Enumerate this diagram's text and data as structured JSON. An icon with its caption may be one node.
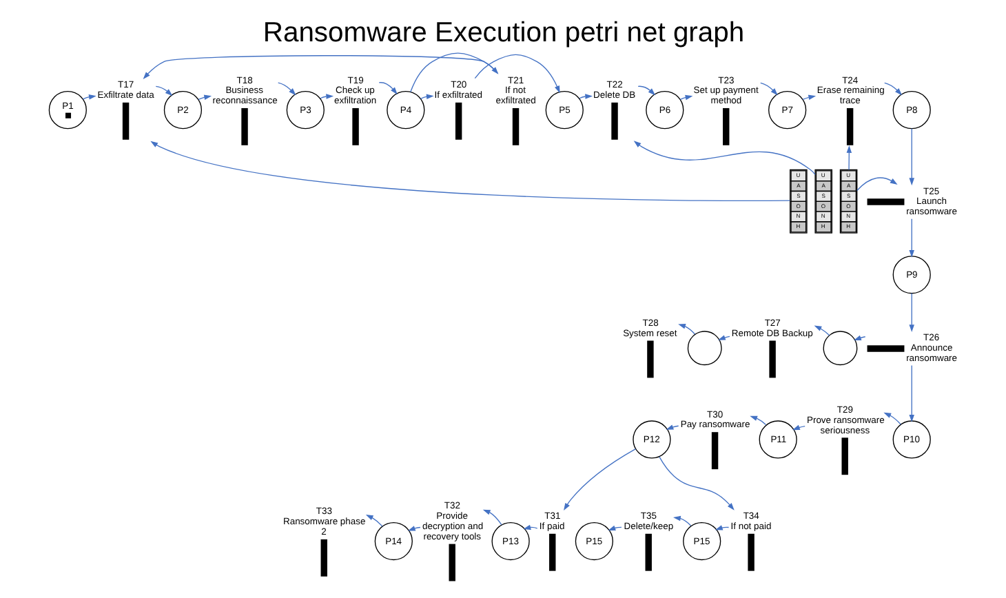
{
  "diagram": {
    "title": "Ransomware Execution petri net graph",
    "nodes": [
      {
        "text": [
          "P1"
        ]
      },
      {
        "text": [
          "U",
          "A",
          "S",
          "O",
          "N",
          "H"
        ]
      },
      {
        "text": [
          "T17",
          "Exfiltrate data"
        ]
      },
      {
        "text": [
          "P2"
        ]
      },
      {
        "text": [
          "T18",
          "Business reconnaissance"
        ]
      },
      {
        "text": [
          "P3"
        ]
      },
      {
        "text": [
          "T19",
          "Check up exfiltration"
        ]
      },
      {
        "text": [
          "P4"
        ]
      },
      {
        "text": [
          "T20",
          "If exfiltrated"
        ]
      },
      {
        "text": [
          "T21",
          "If not exfiltrated"
        ]
      },
      {
        "text": [
          "P5"
        ]
      },
      {
        "text": [
          "U",
          "A",
          "S",
          "O",
          "N",
          "H"
        ]
      },
      {
        "text": [
          "T22",
          "Delete DB"
        ]
      },
      {
        "text": [
          "P6"
        ]
      },
      {
        "text": [
          "T23",
          "Set up payment method"
        ]
      },
      {
        "text": [
          "P7"
        ]
      },
      {
        "text": [
          "U",
          "A",
          "S",
          "O",
          "N",
          "H"
        ]
      },
      {
        "text": [
          "T24",
          "Erase remaining trace"
        ]
      },
      {
        "text": [
          "P8"
        ]
      },
      {
        "text": [
          "T25",
          "Launch ransomware"
        ]
      },
      {
        "text": [
          "P9"
        ]
      },
      {
        "text": [
          "T26",
          "Announce ransomware"
        ]
      },
      {
        "text": [],
        "shape": "circle"
      },
      {
        "text": [
          "T27",
          "Remote DB Backup"
        ]
      },
      {
        "text": [],
        "shape": "circle"
      },
      {
        "text": [
          "T28",
          "System reset"
        ]
      },
      {
        "text": [
          "P10"
        ]
      },
      {
        "text": [
          "T29",
          "Prove ransomware seriousness"
        ]
      },
      {
        "text": [
          "P11"
        ]
      },
      {
        "text": [
          "T30",
          "Pay ransomware"
        ]
      },
      {
        "text": [
          "P12"
        ]
      },
      {
        "text": [
          "T31",
          "If paid"
        ]
      },
      {
        "text": [
          "P13"
        ]
      },
      {
        "text": [
          "T32",
          "Provide decryption and recovery tools"
        ]
      },
      {
        "text": [
          "P14"
        ]
      },
      {
        "text": [
          "T33",
          "Ransomware phase 2"
        ]
      },
      {
        "text": [
          "T34",
          "If not paid"
        ]
      },
      {
        "text": [
          "P15"
        ]
      },
      {
        "text": [
          "T35",
          "Delete/keep"
        ]
      },
      {
        "text": [
          "P15"
        ]
      }
    ],
    "edges": [
      {
        "from": 0,
        "to": 2,
        "arrow": "to"
      },
      {
        "from": 1,
        "to": 2,
        "arrow": "to"
      },
      {
        "from": 2,
        "to": 3,
        "arrow": "to"
      },
      {
        "from": 3,
        "to": 4,
        "arrow": "to"
      },
      {
        "from": 4,
        "to": 5,
        "arrow": "to"
      },
      {
        "from": 5,
        "to": 6,
        "arrow": "to"
      },
      {
        "from": 6,
        "to": 7,
        "arrow": "to"
      },
      {
        "from": 7,
        "to": 8,
        "arrow": "to"
      },
      {
        "from": 7,
        "to": 9,
        "arrow": "to"
      },
      {
        "from": 9,
        "to": 2,
        "arrow": "to"
      },
      {
        "from": 8,
        "to": 10,
        "arrow": "to"
      },
      {
        "from": 10,
        "to": 12,
        "arrow": "to"
      },
      {
        "from": 11,
        "to": 12,
        "arrow": "to"
      },
      {
        "from": 12,
        "to": 13,
        "arrow": "to"
      },
      {
        "from": 13,
        "to": 14,
        "arrow": "to"
      },
      {
        "from": 14,
        "to": 15,
        "arrow": "to"
      },
      {
        "from": 15,
        "to": 17,
        "arrow": "to"
      },
      {
        "from": 16,
        "to": 17,
        "arrow": "to"
      },
      {
        "from": 17,
        "to": 18,
        "arrow": "to"
      },
      {
        "from": 18,
        "to": 19,
        "arrow": "to"
      },
      {
        "from": 16,
        "to": 19,
        "arrow": "to"
      },
      {
        "from": 19,
        "to": 20,
        "arrow": "to"
      },
      {
        "from": 20,
        "to": 21,
        "arrow": "to"
      },
      {
        "from": 21,
        "to": 24,
        "arrow": "to"
      },
      {
        "from": 24,
        "to": 23,
        "arrow": "to"
      },
      {
        "from": 23,
        "to": 22,
        "arrow": "to"
      },
      {
        "from": 22,
        "to": 25,
        "arrow": "to"
      },
      {
        "from": 21,
        "to": 26,
        "arrow": "to"
      },
      {
        "from": 26,
        "to": 27,
        "arrow": "to"
      },
      {
        "from": 27,
        "to": 28,
        "arrow": "to"
      },
      {
        "from": 28,
        "to": 29,
        "arrow": "to"
      },
      {
        "from": 29,
        "to": 30,
        "arrow": "to"
      },
      {
        "from": 30,
        "to": 31,
        "arrow": "to"
      },
      {
        "from": 30,
        "to": 36,
        "arrow": "to"
      },
      {
        "from": 31,
        "to": 32,
        "arrow": "to"
      },
      {
        "from": 32,
        "to": 33,
        "arrow": "to"
      },
      {
        "from": 33,
        "to": 34,
        "arrow": "to"
      },
      {
        "from": 34,
        "to": 35,
        "arrow": "to"
      },
      {
        "from": 36,
        "to": 37,
        "arrow": "to"
      },
      {
        "from": 37,
        "to": 38,
        "arrow": "to"
      },
      {
        "from": 38,
        "to": 39,
        "arrow": "to"
      }
    ]
  }
}
